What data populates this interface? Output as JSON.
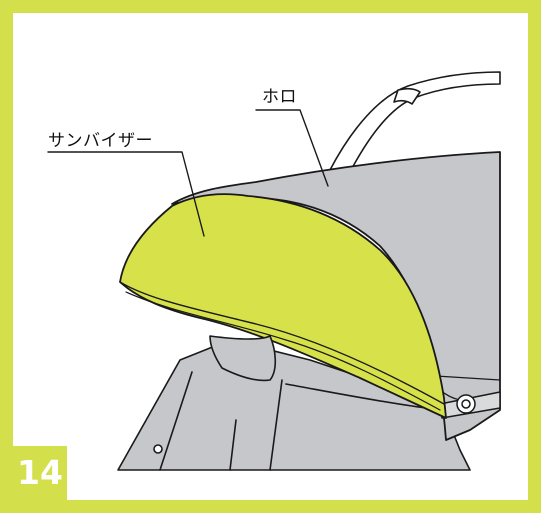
{
  "labels": {
    "hood": "ホロ",
    "sun_visor": "サンバイザー"
  },
  "step_number": "14",
  "colors": {
    "accent_green": "#d4df4c",
    "visor_fill": "#d7e24a",
    "canopy_gray": "#c6c7ca",
    "outline": "#1a1a1a"
  }
}
